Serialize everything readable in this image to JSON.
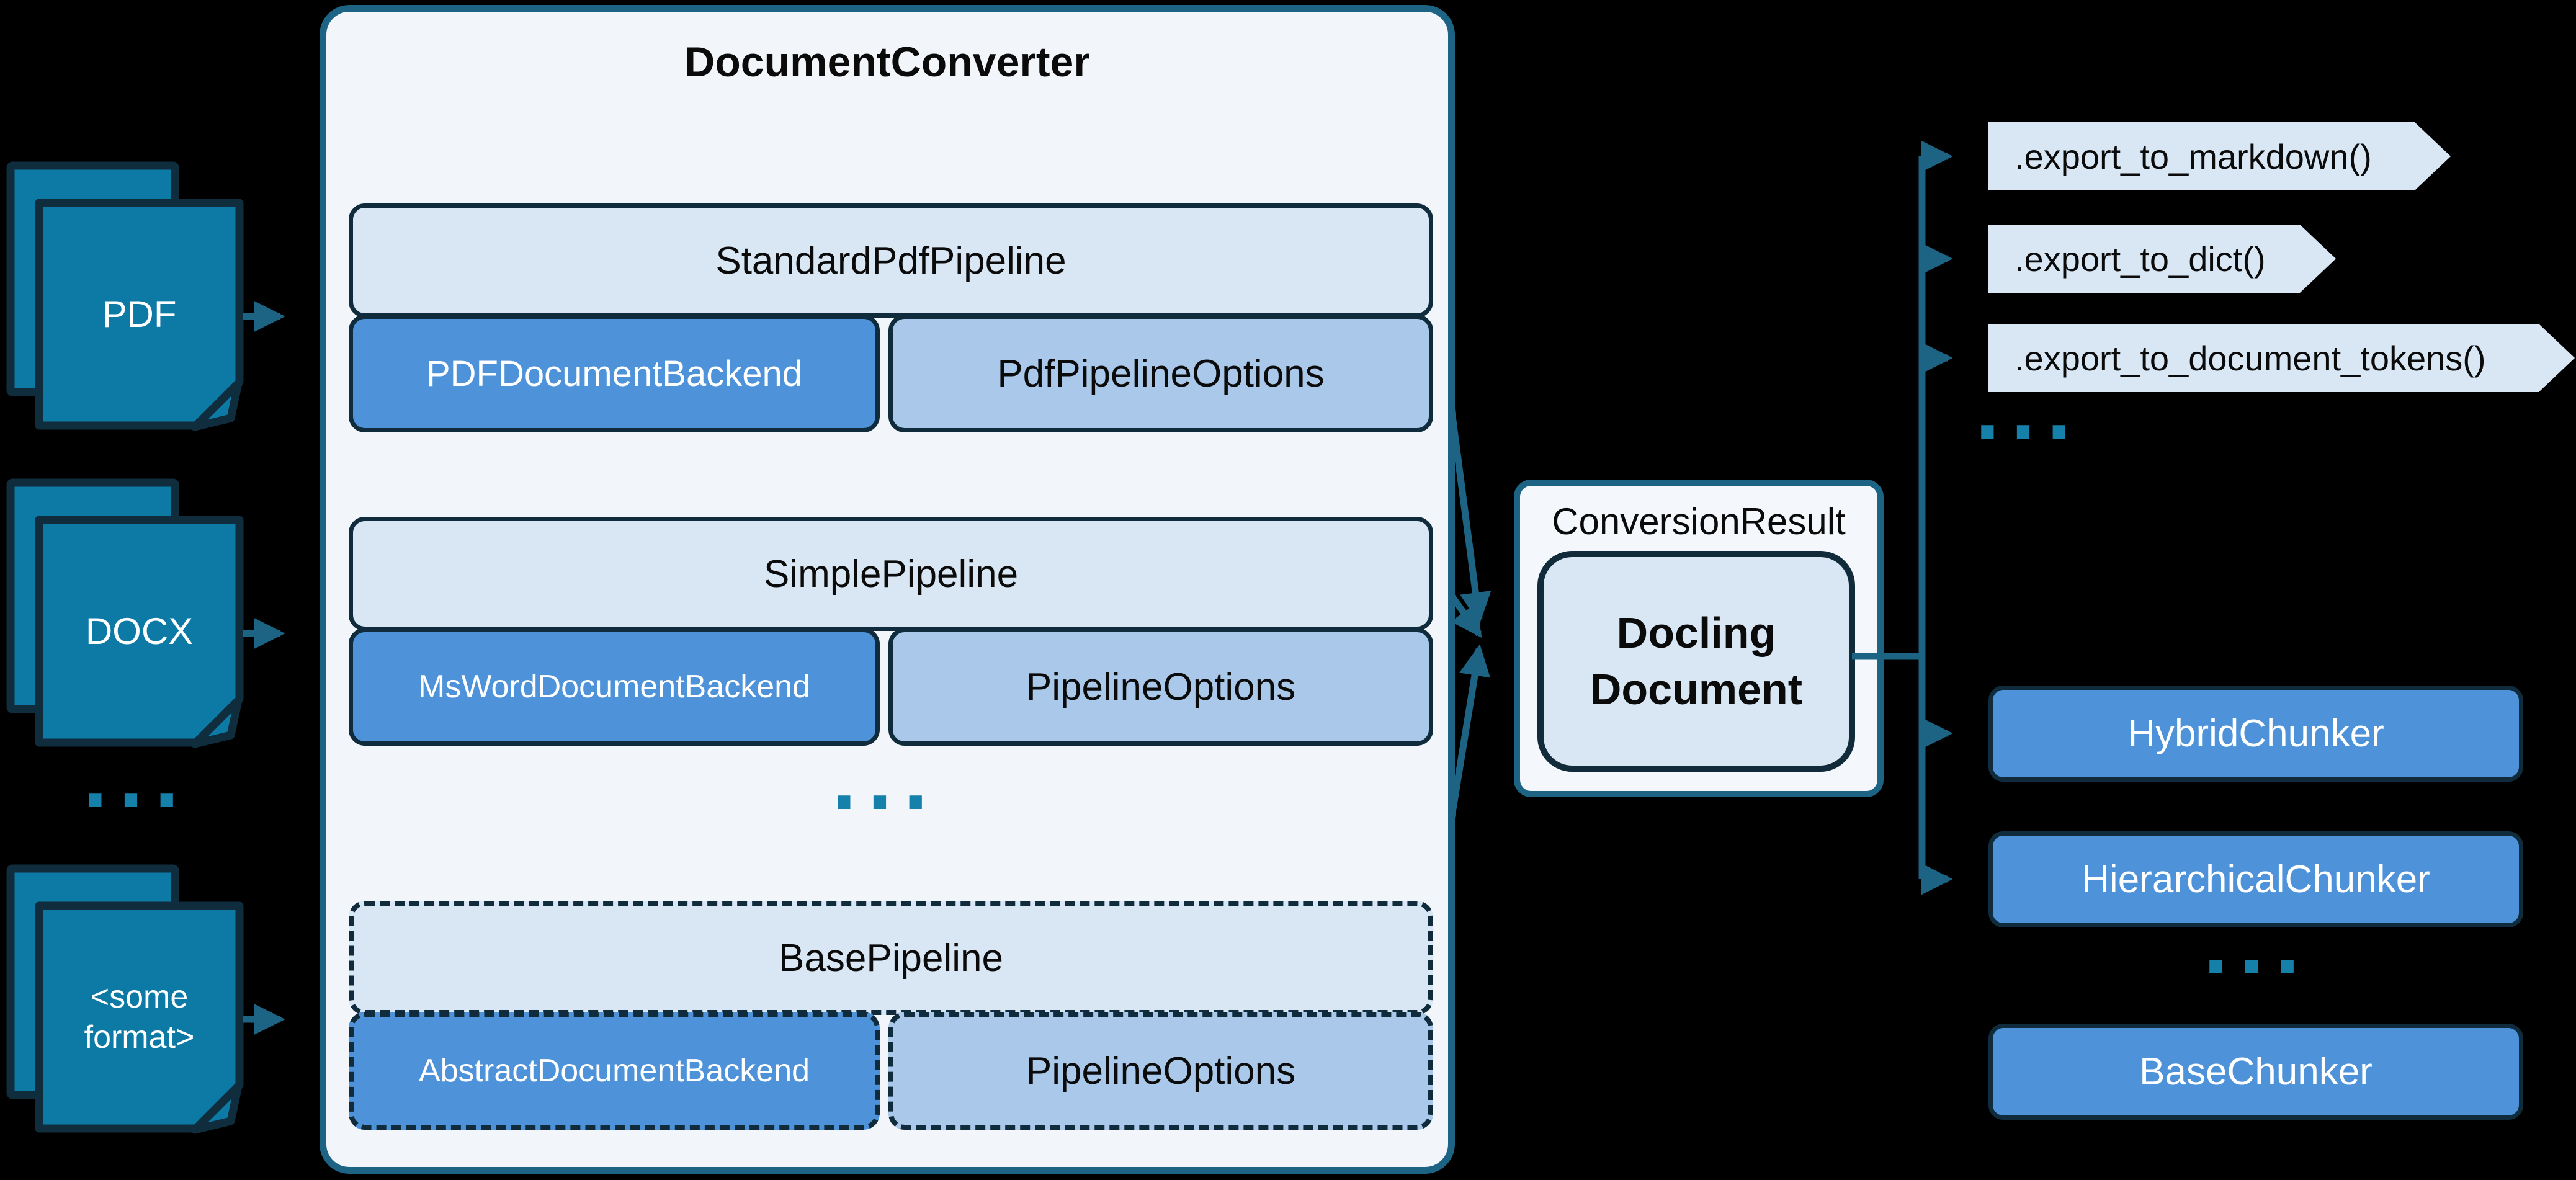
{
  "title": "DocumentConverter",
  "inputs": {
    "pdf": "PDF",
    "docx": "DOCX",
    "ellipsis": "...",
    "other": "<some format>"
  },
  "converter": {
    "pipelines": [
      {
        "name": "StandardPdfPipeline",
        "backend": "PDFDocumentBackend",
        "options": "PdfPipelineOptions"
      },
      {
        "name": "SimplePipeline",
        "backend": "MsWordDocumentBackend",
        "options": "PipelineOptions"
      },
      {
        "name": "BasePipeline",
        "backend": "AbstractDocumentBackend",
        "options": "PipelineOptions"
      }
    ],
    "ellipsis": "..."
  },
  "result": {
    "label": "ConversionResult",
    "document": "Docling Document"
  },
  "exports": {
    "methods": [
      ".export_to_markdown()",
      ".export_to_dict()",
      ".export_to_document_tokens()"
    ],
    "ellipsis": "..."
  },
  "chunkers": {
    "items": [
      "HybridChunker",
      "HierarchicalChunker",
      "BaseChunker"
    ],
    "ellipsis": "..."
  },
  "colors": {
    "line_teal": "#1d6383",
    "border_navy": "#0f2d3d",
    "box_light_blue": "#d9e7f5",
    "box_medium_blue": "#4e93d9",
    "box_pale_blue": "#a9c8ea",
    "container_fill": "#f2f6fb",
    "panel_fill": "#f4f8fd",
    "document_icon_fill": "#0d7aa6",
    "dots_teal": "#1580aa",
    "background": "#000000"
  }
}
